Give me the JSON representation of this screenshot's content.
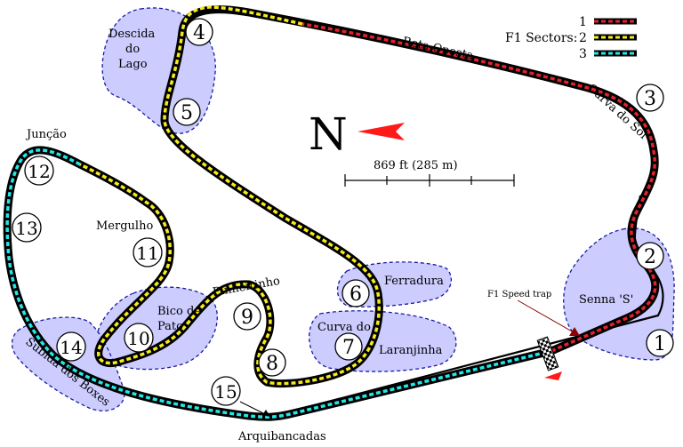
{
  "legend": {
    "title": "F1 Sectors:",
    "sectors": [
      {
        "label": "1",
        "color": "#e0232b"
      },
      {
        "label": "2",
        "color": "#f5ea1d"
      },
      {
        "label": "3",
        "color": "#25e6e6"
      }
    ]
  },
  "compass": {
    "letter": "N"
  },
  "scale": {
    "label": "869 ft (285 m)"
  },
  "speed_trap": {
    "label": "F1 Speed trap"
  },
  "straights": {
    "reta_oposta": "Reta Oposta",
    "curva_do_sol": "Curva do Sol",
    "juncao": "Junção",
    "mergulho": "Mergulho",
    "pinheirinho": "Pinheirinho",
    "subida_dos_boxes": "Subida dos Boxes",
    "arquibancadas": "Arquibancadas"
  },
  "sections": {
    "descida_do_lago": [
      "Descida",
      "do",
      "Lago"
    ],
    "ferradura": "Ferradura",
    "curva_do_laranjinha": [
      "Curva do",
      "Laranjinha"
    ],
    "bico_de_pato": [
      "Bico de",
      "Pato"
    ],
    "senna_s": "Senna 'S'"
  },
  "turns": [
    "1",
    "2",
    "3",
    "4",
    "5",
    "6",
    "7",
    "8",
    "9",
    "10",
    "11",
    "12",
    "13",
    "14",
    "15"
  ],
  "colors": {
    "zone_fill": "#ccccff",
    "zone_stroke": "#1a1aa0",
    "track": "#000000",
    "arrow": "#ff1a1a"
  }
}
